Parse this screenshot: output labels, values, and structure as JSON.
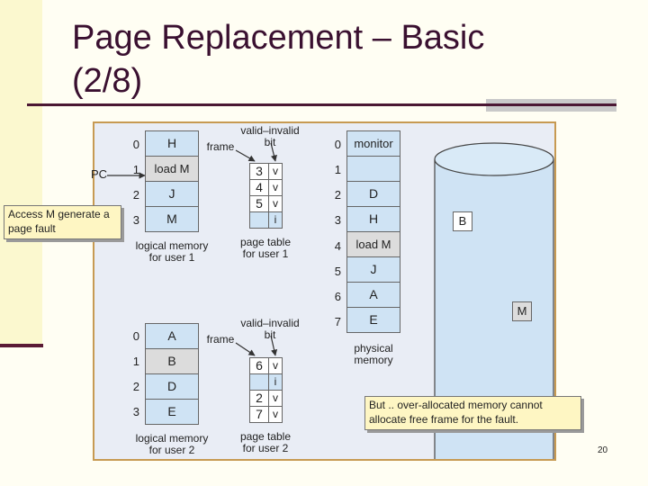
{
  "slide": {
    "title_line1": "Page Replacement – Basic",
    "title_line2": "(2/8)",
    "page_number": "20"
  },
  "diagram": {
    "pc_label": "PC",
    "logical_memory_user1": {
      "indices": [
        "0",
        "1",
        "2",
        "3"
      ],
      "pages": [
        "H",
        "load M",
        "J",
        "M"
      ],
      "caption": "logical memory\nfor user 1"
    },
    "page_table_user1": {
      "frame_label": "frame",
      "valid_invalid_label": "valid–invalid\nbit",
      "frames": [
        "3",
        "4",
        "5",
        ""
      ],
      "bits": [
        "v",
        "v",
        "v",
        "i"
      ],
      "caption": "page table\nfor user 1"
    },
    "physical_memory": {
      "indices": [
        "0",
        "1",
        "2",
        "3",
        "4",
        "5",
        "6",
        "7"
      ],
      "frames": [
        "monitor",
        "",
        "D",
        "H",
        "load M",
        "J",
        "A",
        "E"
      ],
      "caption": "physical\nmemory"
    },
    "logical_memory_user2": {
      "indices": [
        "0",
        "1",
        "2",
        "3"
      ],
      "pages": [
        "A",
        "B",
        "D",
        "E"
      ],
      "caption": "logical memory\nfor user 2"
    },
    "page_table_user2": {
      "frame_label": "frame",
      "valid_invalid_label": "valid–invalid\nbit",
      "frames": [
        "6",
        "",
        "2",
        "7"
      ],
      "bits": [
        "v",
        "i",
        "v",
        "v"
      ],
      "caption": "page table\nfor user 2"
    },
    "disk": {
      "items": [
        "B",
        "M"
      ]
    }
  },
  "callouts": {
    "fault": "Access M generate a page fault",
    "overallocated": "But .. over-allocated memory cannot allocate free frame for the fault."
  }
}
